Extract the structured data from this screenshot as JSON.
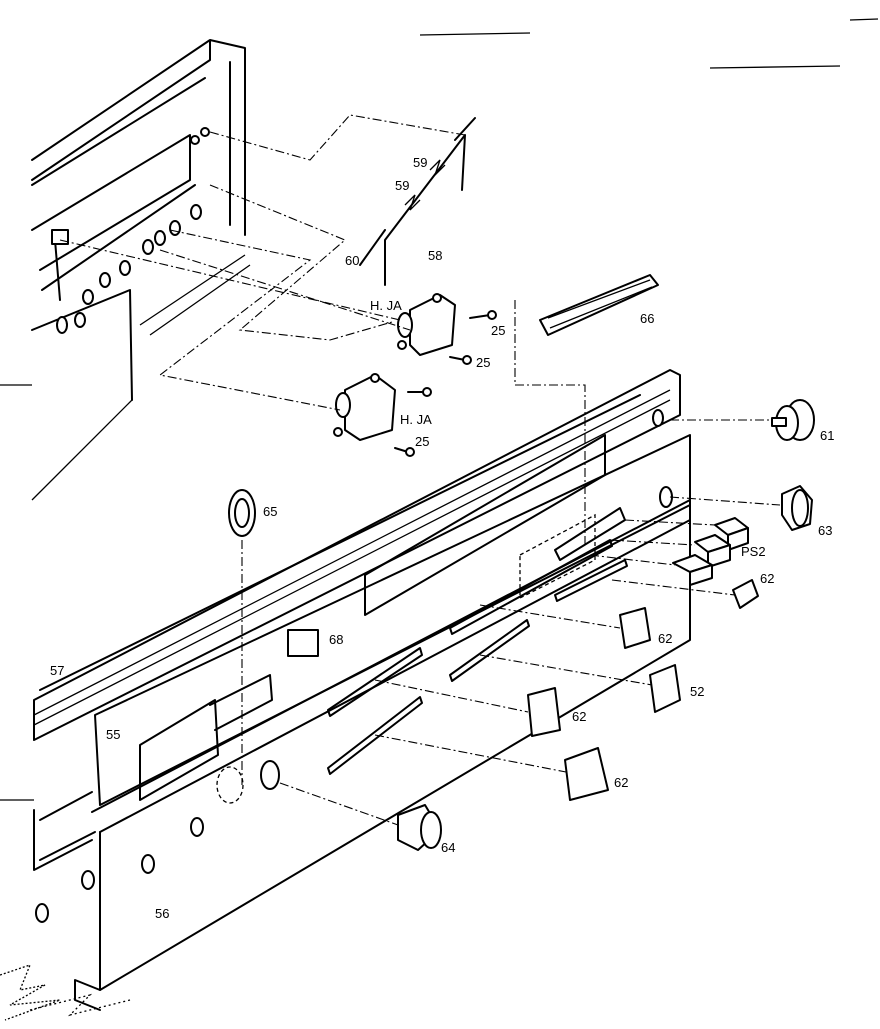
{
  "diagram": {
    "labels": {
      "p25a": "25",
      "p25b": "25",
      "p25c": "25",
      "p55": "55",
      "p56": "56",
      "p57": "57",
      "p58": "58",
      "p59a": "59",
      "p59b": "59",
      "p60": "60",
      "p61": "61",
      "p62a": "62",
      "p62b": "62",
      "p62c": "62",
      "p62d": "62",
      "p52": "52",
      "p63": "63",
      "p64": "64",
      "p65": "65",
      "p66": "66",
      "p68": "68",
      "ps2": "PS2",
      "hja1": "H. JA",
      "hja2": "H. JA"
    }
  }
}
